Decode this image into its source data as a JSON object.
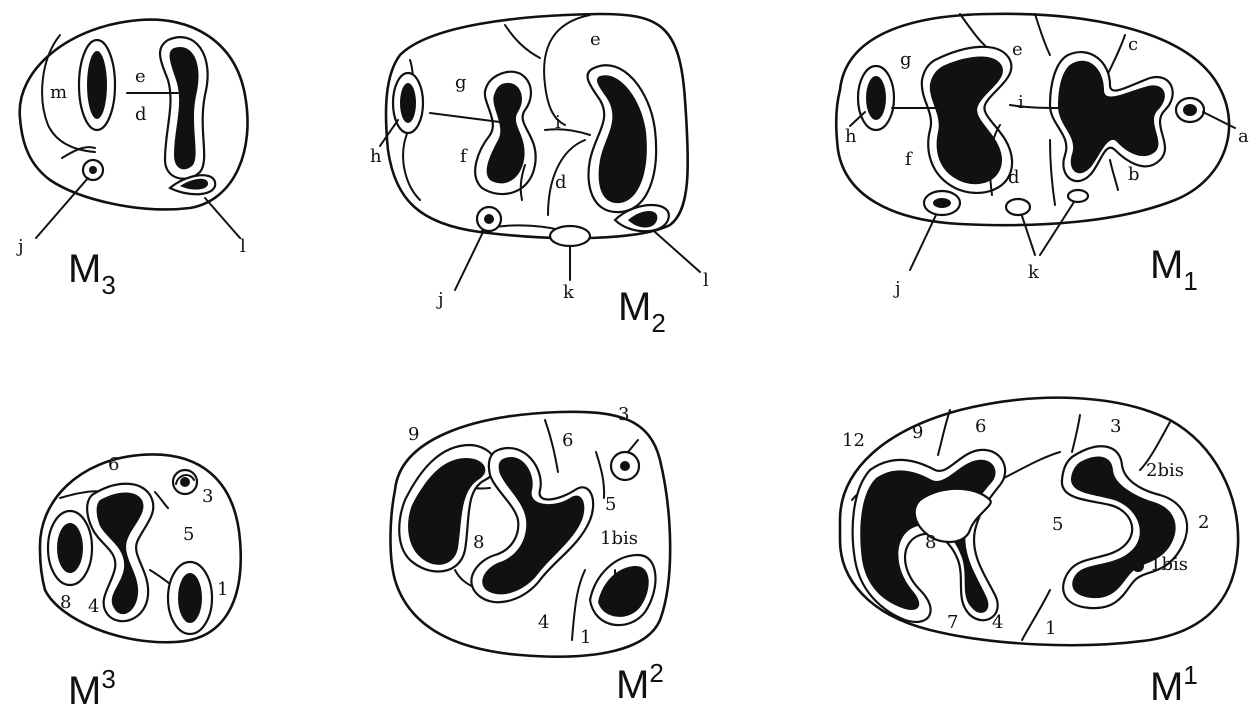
{
  "teeth": {
    "m3_lower": {
      "name": "M",
      "index": "3"
    },
    "m2_lower": {
      "name": "M",
      "index": "2"
    },
    "m1_lower": {
      "name": "M",
      "index": "1"
    },
    "m3_upper": {
      "name": "M",
      "index": "3"
    },
    "m2_upper": {
      "name": "M",
      "index": "2"
    },
    "m1_upper": {
      "name": "M",
      "index": "1"
    }
  },
  "labels": {
    "m3_lower": [
      "m",
      "e",
      "d",
      "j",
      "l"
    ],
    "m2_lower": [
      "e",
      "g",
      "h",
      "i",
      "f",
      "d",
      "j",
      "k",
      "l"
    ],
    "m1_lower": [
      "g",
      "e",
      "c",
      "h",
      "i",
      "a",
      "f",
      "d",
      "b",
      "j",
      "k"
    ],
    "m3_upper": [
      "6",
      "3",
      "5",
      "8",
      "4",
      "1"
    ],
    "m2_upper": [
      "9",
      "6",
      "3",
      "5",
      "8",
      "1bis",
      "4",
      "1"
    ],
    "m1_upper": [
      "12",
      "9",
      "6",
      "3",
      "2bis",
      "5",
      "2",
      "8",
      "1bis",
      "7",
      "4",
      "1"
    ]
  }
}
